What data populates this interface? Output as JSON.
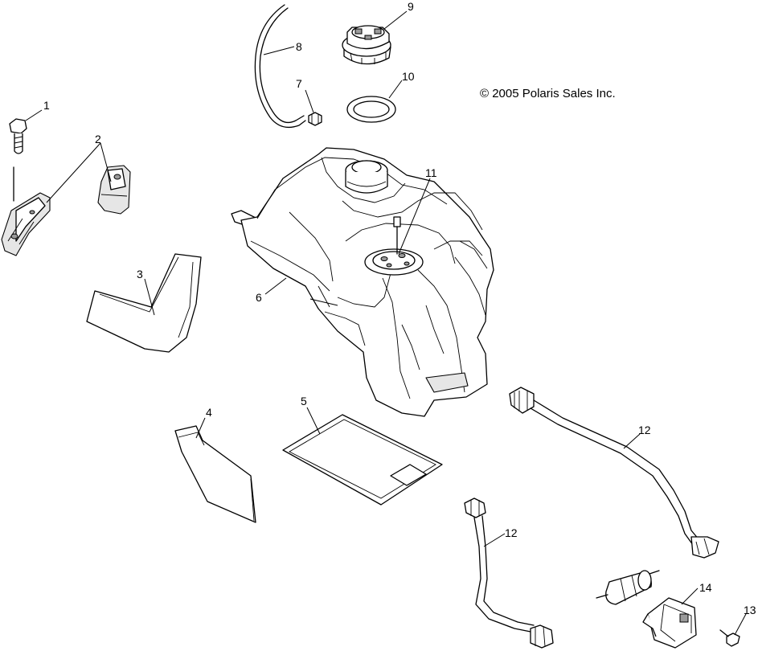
{
  "copyright": "© 2005 Polaris Sales Inc.",
  "callouts": {
    "c1": "1",
    "c2": "2",
    "c3": "3",
    "c4": "4",
    "c5": "5",
    "c6": "6",
    "c7": "7",
    "c8": "8",
    "c9": "9",
    "c10": "10",
    "c11": "11",
    "c12a": "12",
    "c12b": "12",
    "c13": "13",
    "c14": "14"
  }
}
